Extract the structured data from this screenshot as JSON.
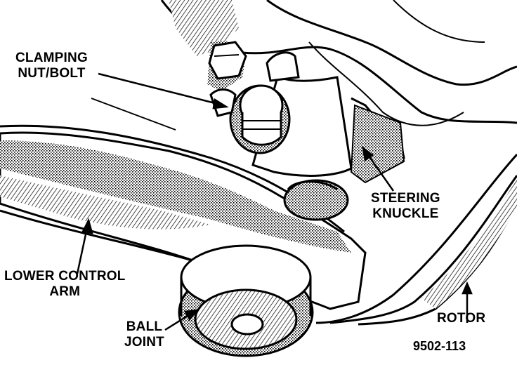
{
  "labels": {
    "clamping_line1": "CLAMPING",
    "clamping_line2": "NUT/BOLT",
    "steering_line1": "STEERING",
    "steering_line2": "KNUCKLE",
    "lower_line1": "LOWER CONTROL",
    "lower_line2": "ARM",
    "ball_line1": "BALL",
    "ball_line2": "JOINT",
    "rotor": "ROTOR"
  },
  "figure_number": "9502-113",
  "colors": {
    "ink": "#000000",
    "paper": "#ffffff"
  }
}
